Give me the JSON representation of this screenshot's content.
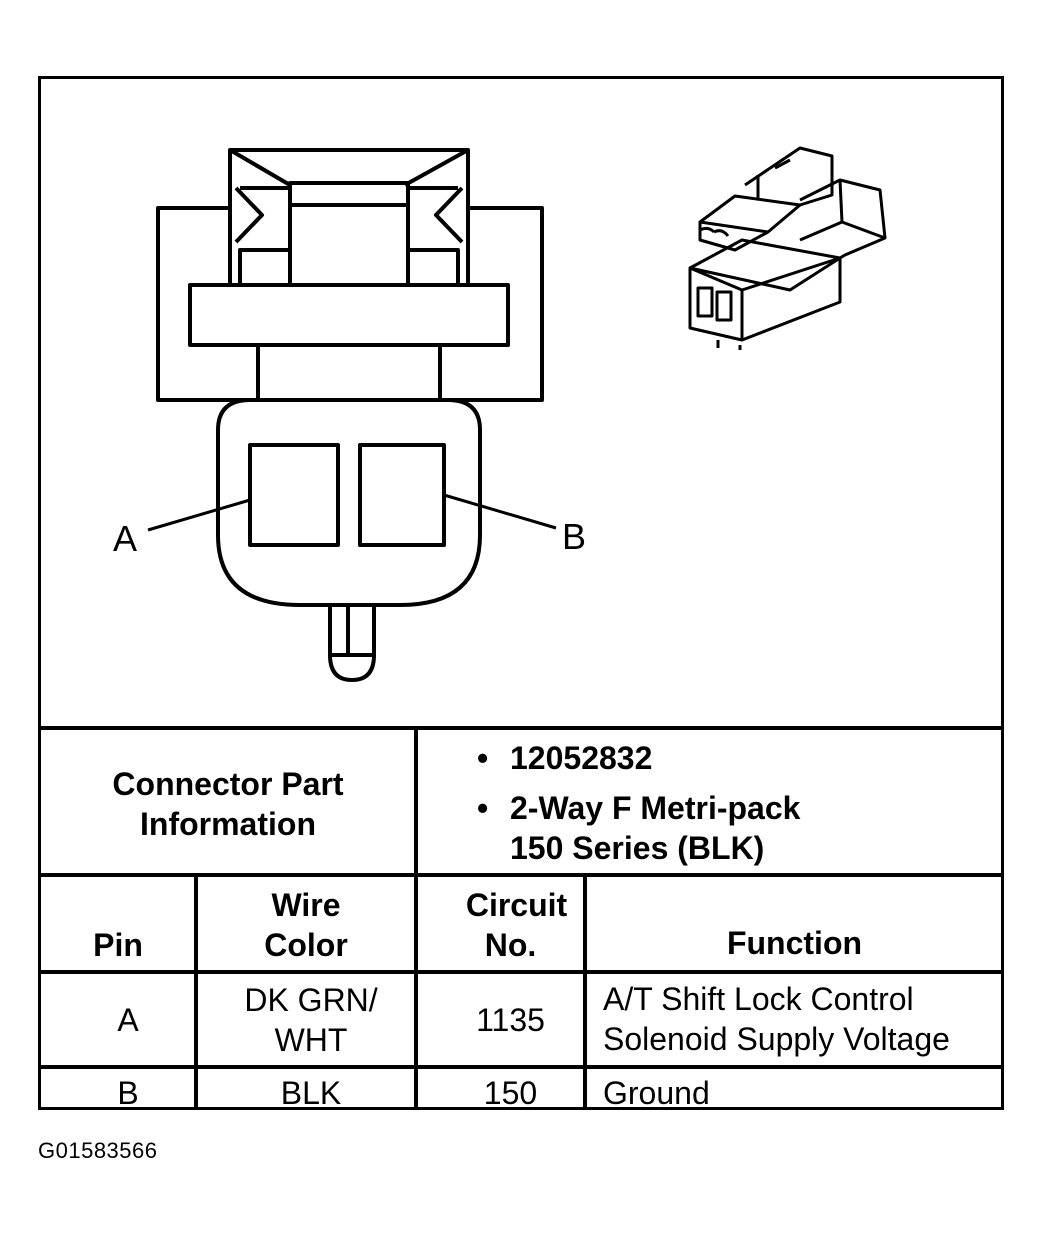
{
  "diagram": {
    "pin_callouts": [
      "A",
      "B"
    ]
  },
  "part_info": {
    "label_line1": "Connector Part",
    "label_line2": "Information",
    "bullet": "•",
    "part_number": "12052832",
    "description_line1": "2-Way F Metri-pack",
    "description_line2": "150 Series (BLK)"
  },
  "table": {
    "headers": {
      "pin": "Pin",
      "wire_color_line1": "Wire",
      "wire_color_line2": "Color",
      "circuit_line1": "Circuit",
      "circuit_line2": "No.",
      "function": "Function"
    },
    "rows": [
      {
        "pin": "A",
        "wire_color_line1": "DK GRN/",
        "wire_color_line2": "WHT",
        "circuit": "1135",
        "function_line1": "A/T Shift Lock Control",
        "function_line2": "Solenoid Supply Voltage"
      },
      {
        "pin": "B",
        "wire_color_line1": "BLK",
        "circuit": "150",
        "function_line1": "Ground"
      }
    ]
  },
  "figure_id": "G01583566"
}
